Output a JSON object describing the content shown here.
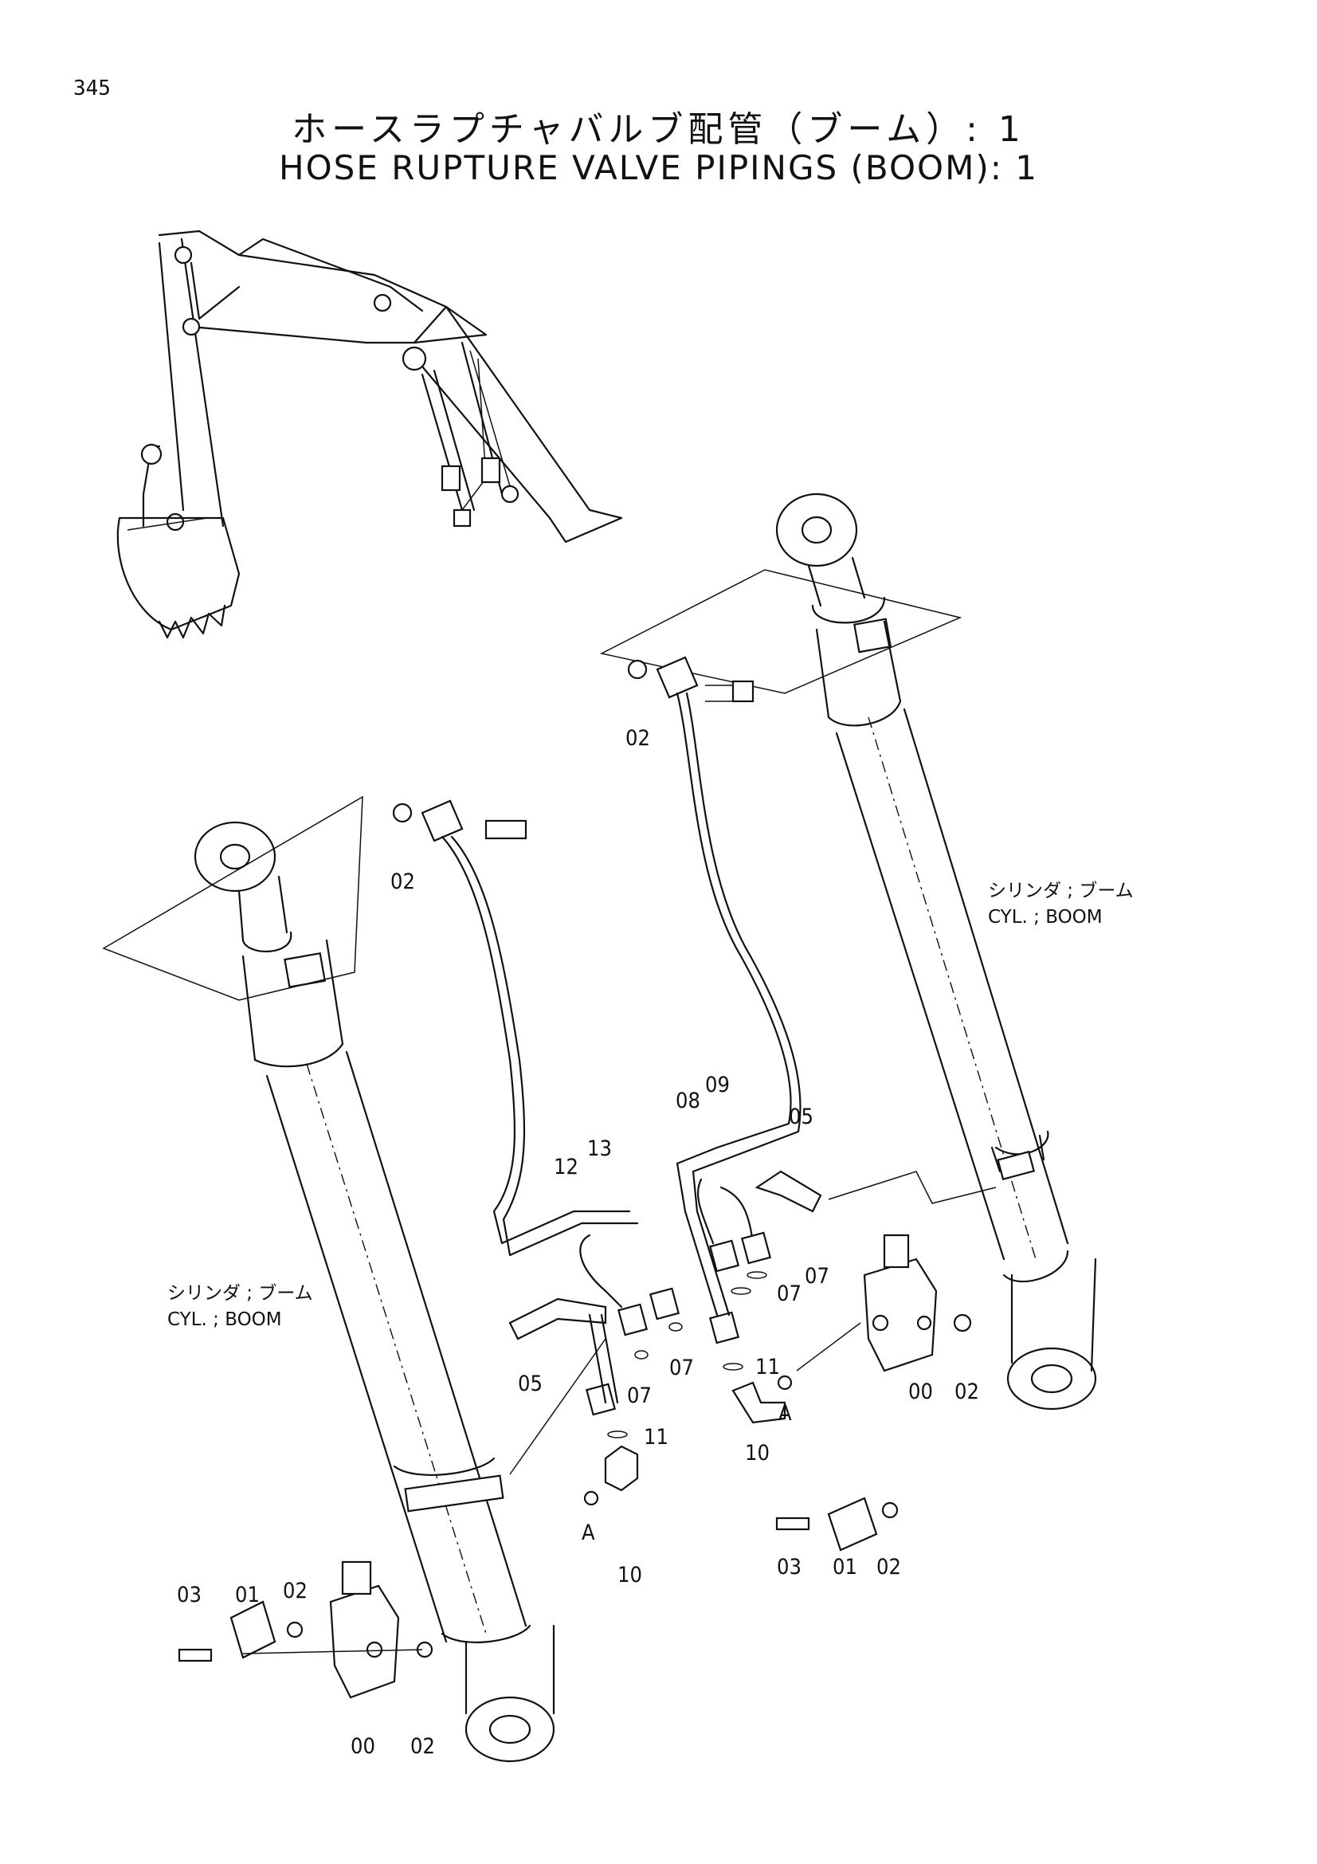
{
  "header": {
    "page_number": "345",
    "title_jp": "ホースラプチャバルブ配管（ブーム）: 1",
    "title_en": "HOSE RUPTURE VALVE PIPINGS (BOOM): 1"
  },
  "captions": {
    "right_cylinder_jp": "シリンダ ; ブーム",
    "right_cylinder_en": "CYL.  ; BOOM",
    "left_cylinder_jp": "シリンダ ; ブーム",
    "left_cylinder_en": "CYL.  ; BOOM"
  },
  "part_labels": [
    "02",
    "02",
    "08",
    "09",
    "05",
    "12",
    "13",
    "07",
    "07",
    "05",
    "07",
    "07",
    "00",
    "02",
    "11",
    "A",
    "10",
    "11",
    "A",
    "10",
    "03",
    "01",
    "02",
    "03",
    "01",
    "02",
    "00",
    "02"
  ]
}
